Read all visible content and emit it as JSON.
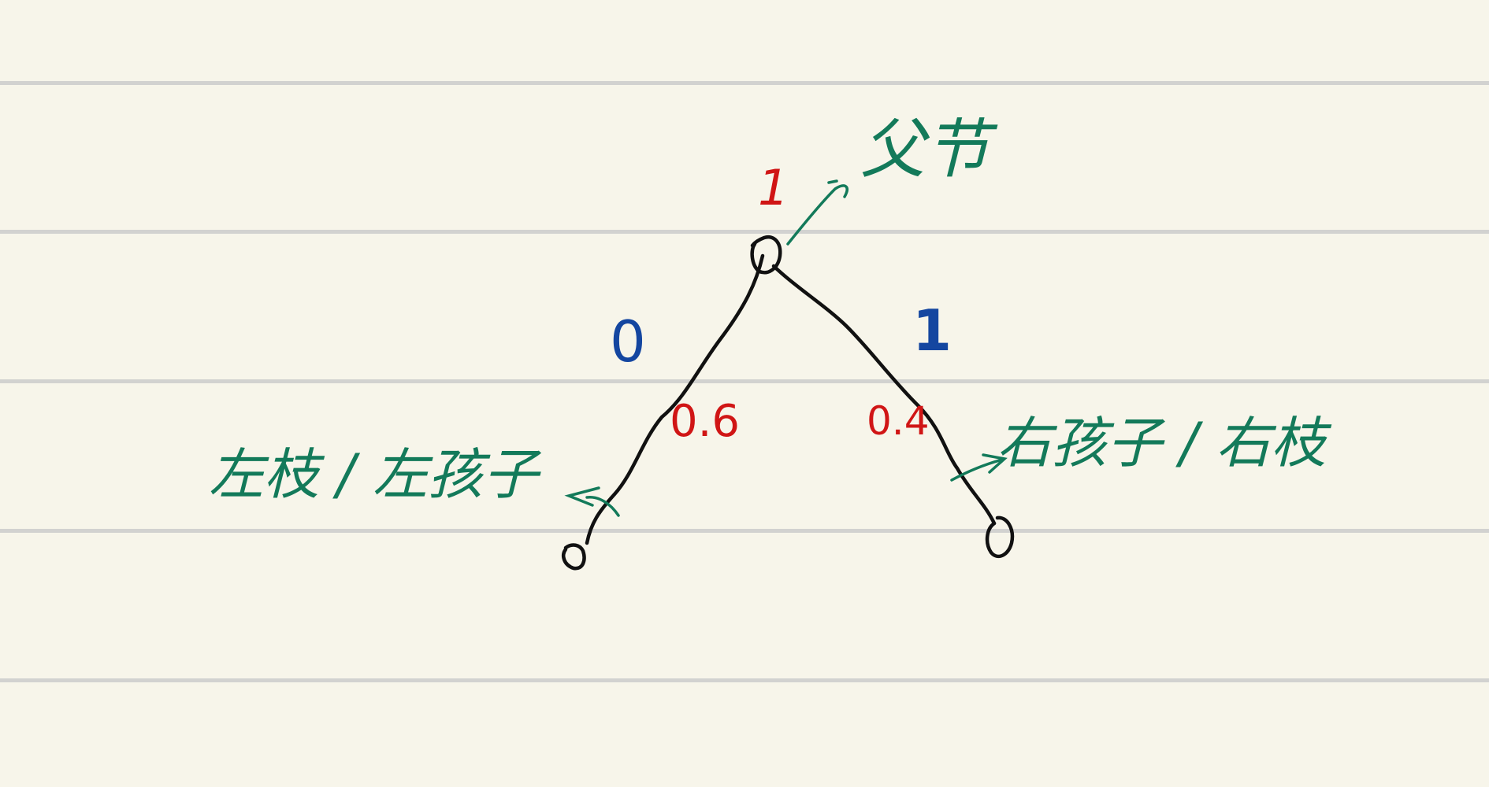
{
  "diagram": {
    "root": {
      "probability": "1",
      "annotation": "父节"
    },
    "left_branch": {
      "bit": "0",
      "probability": "0.6",
      "annotation": "左枝 / 左孩子"
    },
    "right_branch": {
      "bit": "1",
      "probability": "0.4",
      "annotation": "右孩子 / 右枝"
    }
  },
  "colors": {
    "paper": "#f7f5ea",
    "ruled_line": "#d2d2d0",
    "ink_black": "#111111",
    "ink_green": "#137a5a",
    "ink_red": "#d01515",
    "ink_blue": "#1446a0"
  }
}
